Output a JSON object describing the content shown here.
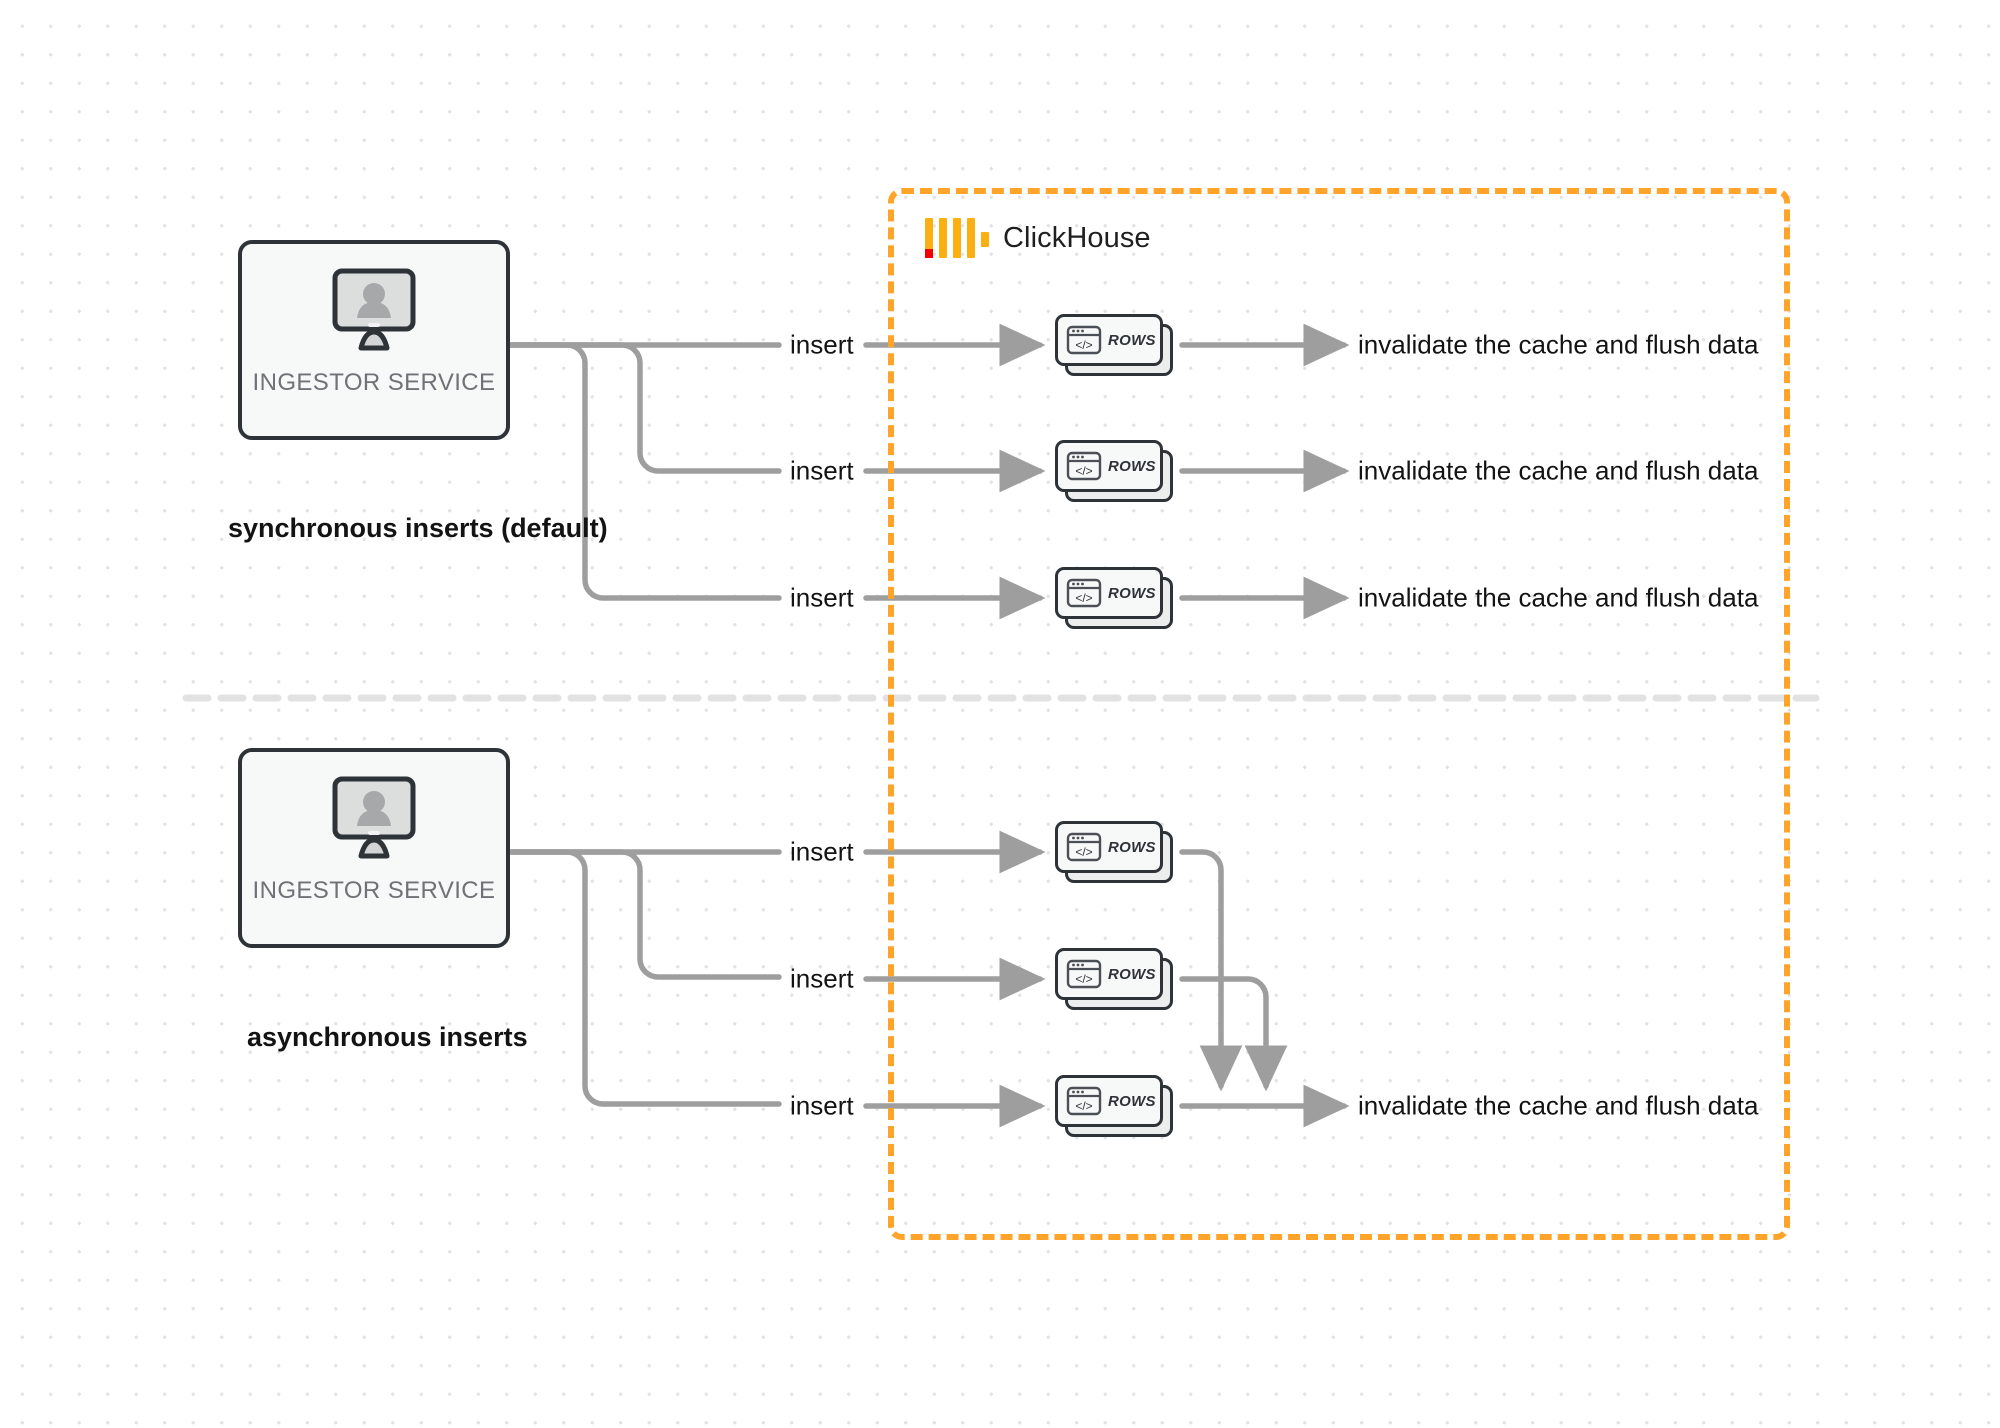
{
  "diagram": {
    "title": "ClickHouse synchronous vs asynchronous inserts",
    "colors": {
      "boundary": "#FFA42B",
      "edge": "#9e9e9e",
      "node_border": "#2e3338",
      "node_fill": "#f7f8f8",
      "text": "#131313",
      "muted_text": "#6f7276",
      "logo_yellow": "#FAB010",
      "logo_red": "#F40000",
      "divider": "#e2e2e2",
      "background": "#ffffff",
      "grid_dot": "#e3e3e3"
    }
  },
  "clickhouse": {
    "title": "ClickHouse",
    "logo_name": "clickhouse-logo"
  },
  "sections": [
    {
      "id": "synchronous",
      "caption": "synchronous inserts (default)",
      "service": {
        "label": "INGESTOR SERVICE",
        "icon": "monitor-user-icon"
      },
      "flows": [
        {
          "edge_label": "insert",
          "node": {
            "label": "ROWS",
            "icon": "code-window-icon"
          },
          "sink_label": "invalidate the cache and flush data"
        },
        {
          "edge_label": "insert",
          "node": {
            "label": "ROWS",
            "icon": "code-window-icon"
          },
          "sink_label": "invalidate the cache and flush data"
        },
        {
          "edge_label": "insert",
          "node": {
            "label": "ROWS",
            "icon": "code-window-icon"
          },
          "sink_label": "invalidate the cache and flush data"
        }
      ]
    },
    {
      "id": "asynchronous",
      "caption": "asynchronous inserts",
      "service": {
        "label": "INGESTOR SERVICE",
        "icon": "monitor-user-icon"
      },
      "flows": [
        {
          "edge_label": "insert",
          "node": {
            "label": "ROWS",
            "icon": "code-window-icon"
          },
          "sink_label": ""
        },
        {
          "edge_label": "insert",
          "node": {
            "label": "ROWS",
            "icon": "code-window-icon"
          },
          "sink_label": ""
        },
        {
          "edge_label": "insert",
          "node": {
            "label": "ROWS",
            "icon": "code-window-icon"
          },
          "sink_label": "invalidate the cache and flush data"
        }
      ],
      "merged_sink_label": "invalidate the cache and flush data"
    }
  ]
}
